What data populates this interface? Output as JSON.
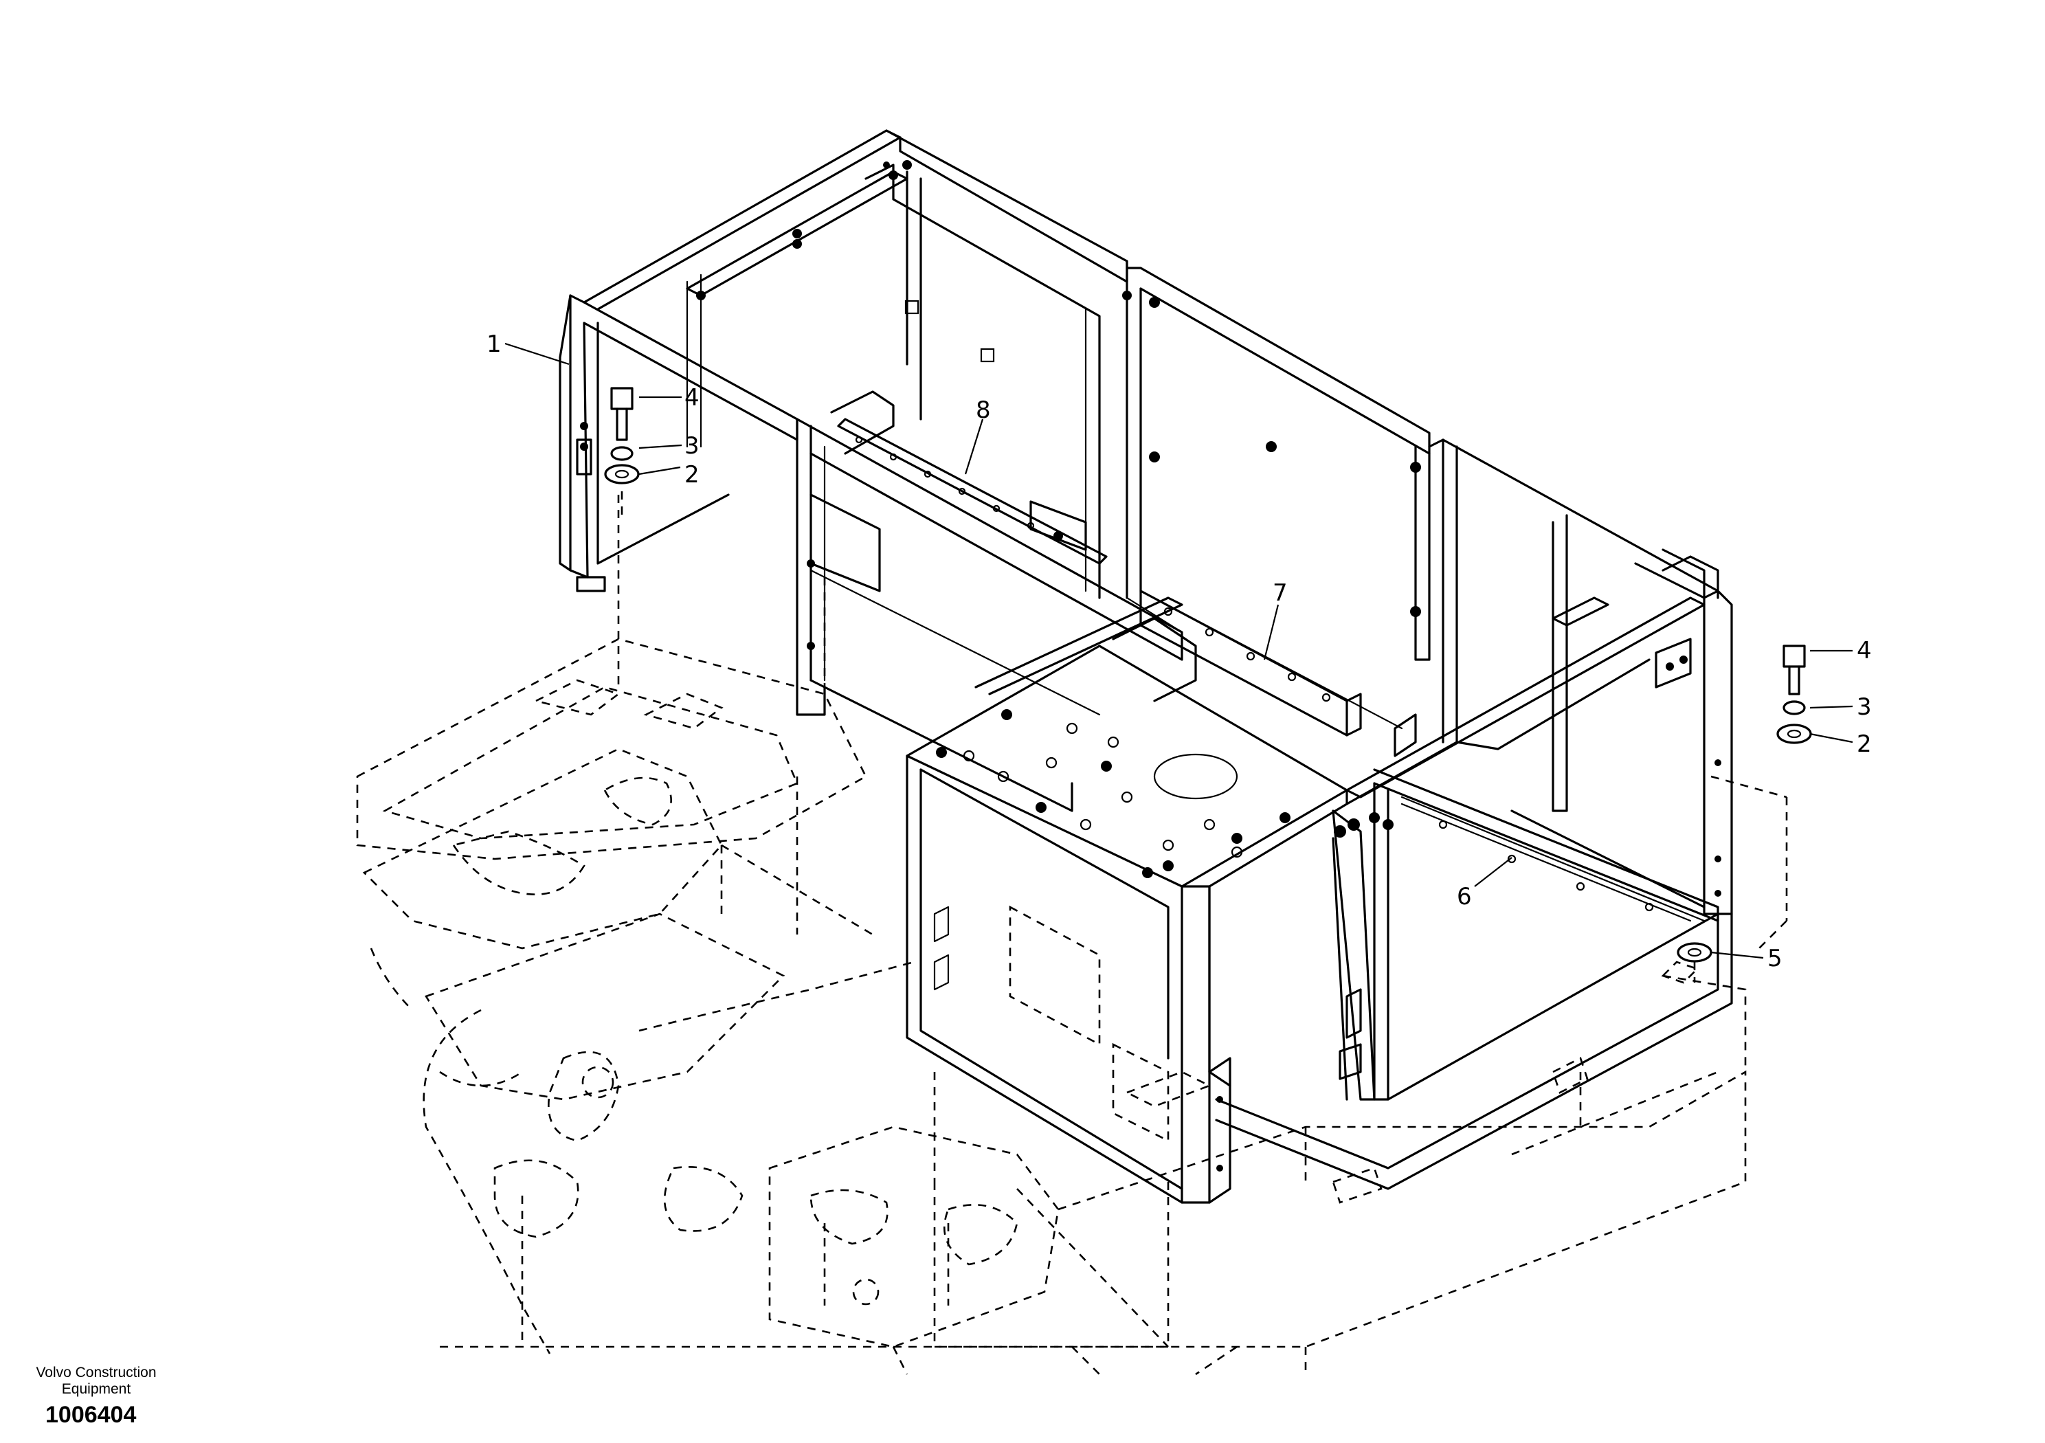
{
  "labels": {
    "part_1": "1",
    "part_2_left": "2",
    "part_3_left": "3",
    "part_4_left": "4",
    "part_2_right": "2",
    "part_3_right": "3",
    "part_4_right": "4",
    "part_5": "5",
    "part_6": "6",
    "part_7": "7",
    "part_8": "8"
  },
  "footer": {
    "brand_line_1": "Volvo Construction",
    "brand_line_2": "Equipment",
    "drawing_number": "1006404"
  }
}
